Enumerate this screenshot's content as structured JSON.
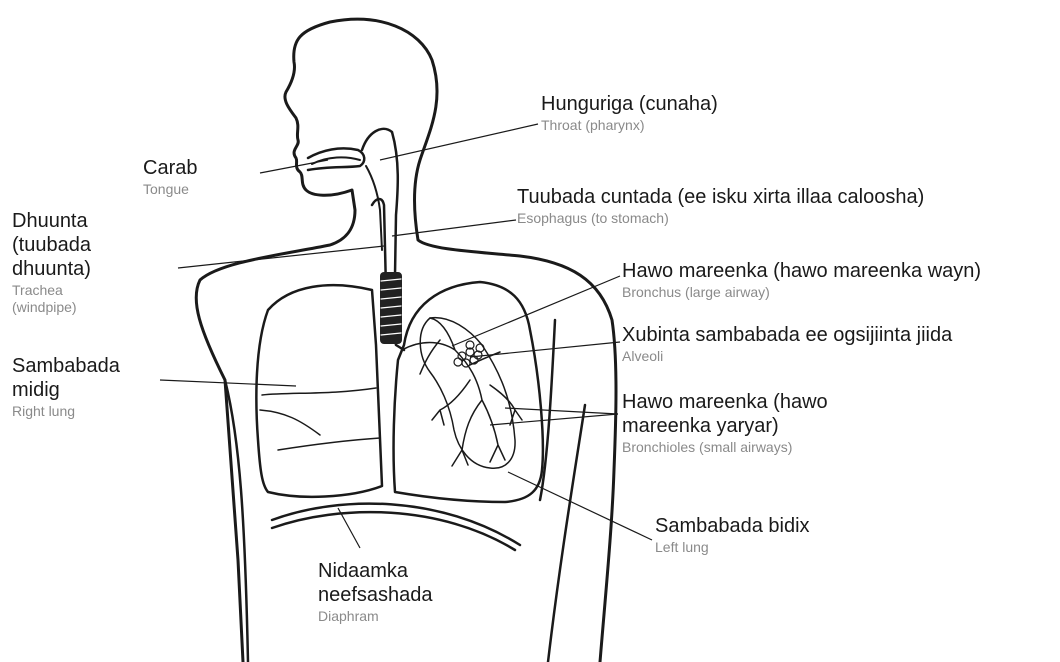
{
  "labels": {
    "throat": {
      "so": "Hunguriga (cunaha)",
      "en": "Throat (pharynx)"
    },
    "tongue": {
      "so": "Carab",
      "en": "Tongue"
    },
    "esophagus": {
      "so": "Tuubada cuntada (ee isku xirta illaa caloosha)",
      "en": "Esophagus (to stomach)"
    },
    "trachea": {
      "so_lines": [
        "Dhuunta",
        "(tuubada",
        "dhuunta)"
      ],
      "en_lines": [
        "Trachea",
        "(windpipe)"
      ]
    },
    "bronchus": {
      "so": "Hawo mareenka (hawo mareenka wayn)",
      "en": "Bronchus (large airway)"
    },
    "alveoli": {
      "so": "Xubinta sambabada ee ogsijiinta jiida",
      "en": "Alveoli"
    },
    "right_lung": {
      "so_lines": [
        "Sambabada",
        "midig"
      ],
      "en": "Right lung"
    },
    "bronchioles": {
      "so_lines": [
        "Hawo mareenka (hawo",
        "mareenka yaryar)"
      ],
      "en": "Bronchioles (small airways)"
    },
    "left_lung": {
      "so": "Sambabada bidix",
      "en": "Left lung"
    },
    "diaphragm": {
      "so_lines": [
        "Nidaamka",
        "neefsashada"
      ],
      "en": "Diaphram"
    }
  },
  "colors": {
    "outline": "#1a1a1a",
    "label": "#1a1a1a",
    "sublabel": "#8a8a8a",
    "airway": "#222222"
  }
}
